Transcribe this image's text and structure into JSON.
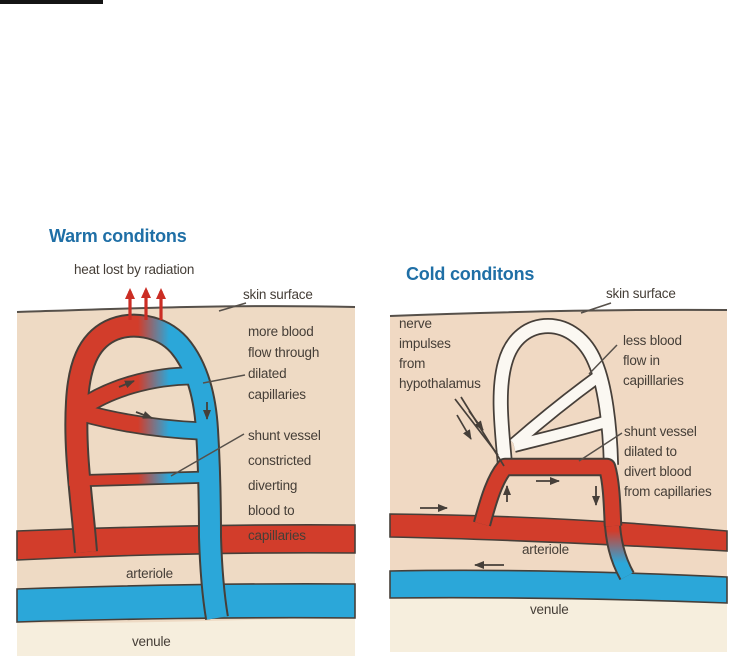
{
  "colors": {
    "artery_red": "#d23d2b",
    "vein_blue": "#2ba7d9",
    "skin_warm": "#eedac4",
    "skin_cold": "#f0d9c3",
    "skin_light": "#f6eedd",
    "vessel_white": "#fbf8f2",
    "outline": "#463f39",
    "title_blue": "#1f6fa6",
    "text": "#453e37",
    "heat_red": "#cb2d24",
    "line": "#56504a"
  },
  "warm": {
    "title": "Warm conditons",
    "heat_label": "heat lost by radiation",
    "skin_label": "skin surface",
    "capillary_label": "more blood\nflow through\ndilated\ncapillaries",
    "shunt_label": "shunt vessel\nconstricted\ndiverting\nblood to\ncapillaries",
    "arteriole_label": "arteriole",
    "venule_label": "venule"
  },
  "cold": {
    "title": "Cold conditons",
    "skin_label": "skin surface",
    "nerve_label": "nerve\nimpulses\nfrom\nhypothalamus",
    "capillary_label": "less blood\nflow in\ncapilllaries",
    "shunt_label": "shunt vessel\ndilated to\ndivert blood\nfrom capillaries",
    "arteriole_label": "arteriole",
    "venule_label": "venule"
  }
}
